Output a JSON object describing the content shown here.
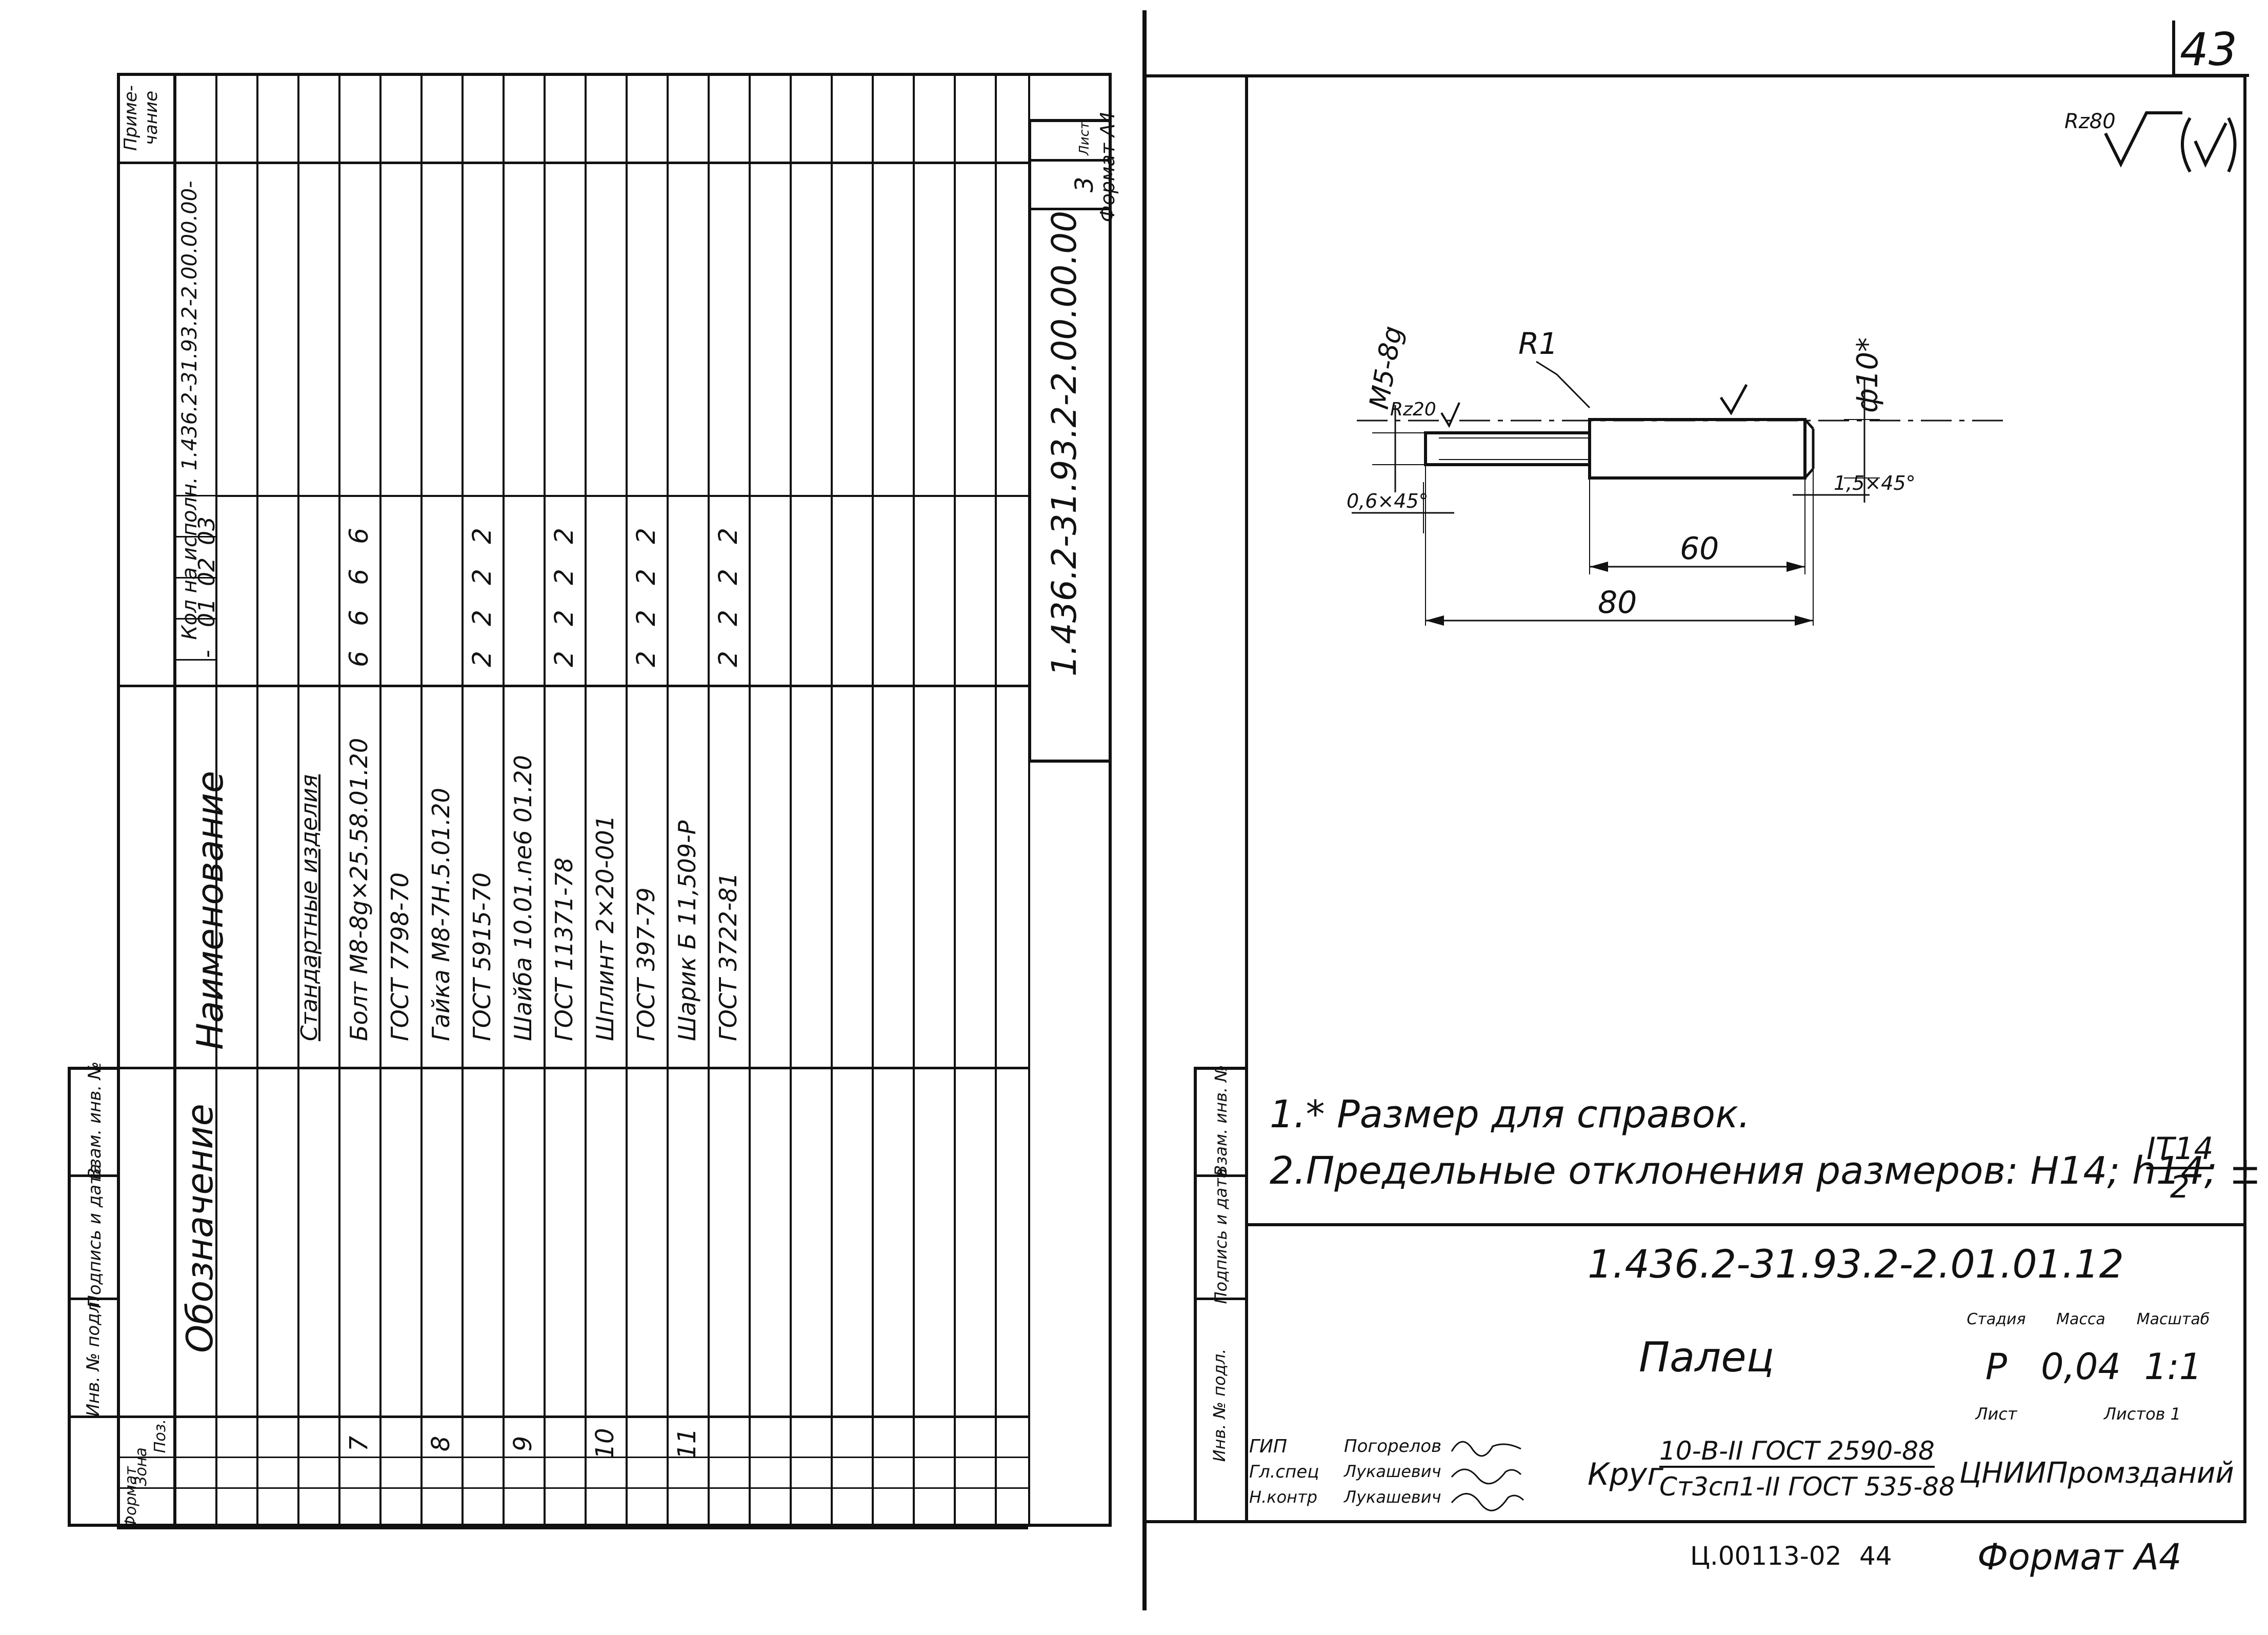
{
  "left_sheet": {
    "header": {
      "prim_line1": "Приме-",
      "prim_line2": "чание",
      "kol_label": "Кол на исполн. 1.436.2-31.93.2-2.00.00.00-",
      "naimenovanie": "Наименование",
      "oboznachenie": "Обозначение",
      "variants": [
        "-",
        "01",
        "02",
        "03"
      ]
    },
    "section_title": "Стандартные изделия",
    "rows": [
      {
        "poz": "7",
        "name": "Болт M8-8g×25.58.01.20",
        "q": [
          "6",
          "6",
          "6",
          "6"
        ]
      },
      {
        "poz": "",
        "name": "ГОСТ 7798-70",
        "q": [
          "",
          "",
          "",
          ""
        ]
      },
      {
        "poz": "8",
        "name": "Гайка M8-7H.5.01.20",
        "q": [
          "",
          "",
          "",
          ""
        ]
      },
      {
        "poz": "",
        "name": "ГОСТ 5915-70",
        "q": [
          "2",
          "2",
          "2",
          "2"
        ]
      },
      {
        "poz": "9",
        "name": "Шайба 10.01.ne6 01.20",
        "q": [
          "",
          "",
          "",
          ""
        ]
      },
      {
        "poz": "",
        "name": "ГОСТ 11371-78",
        "q": [
          "2",
          "2",
          "2",
          "2"
        ]
      },
      {
        "poz": "10",
        "name": "Шплинт 2×20-001",
        "q": [
          "",
          "",
          "",
          ""
        ]
      },
      {
        "poz": "",
        "name": "ГОСТ 397-79",
        "q": [
          "2",
          "2",
          "2",
          "2"
        ]
      },
      {
        "poz": "11",
        "name": "Шарик Б 11,509-Р",
        "q": [
          "",
          "",
          "",
          ""
        ]
      },
      {
        "poz": "",
        "name": "ГОСТ 3722-81",
        "q": [
          "2",
          "2",
          "2",
          "2"
        ]
      }
    ],
    "left_strip": {
      "format": "Формат",
      "zona": "Зона",
      "poz": "Поз.",
      "inv_podl": "Инв. № подл.",
      "podp_data": "Подпись и дата",
      "vzam_inv": "Взам. инв. №"
    },
    "doc_code": "1.436.2-31.93.2-2.00.00.00",
    "list_label": "Лист",
    "list_num": "3",
    "format_note": "Формат А4"
  },
  "right_sheet": {
    "page_number": "43",
    "roughness_main": "Rz80",
    "dims": {
      "thread": "M5-8g",
      "radius": "R1",
      "rz": "Rz20",
      "chamfer_left": "0,6×45°",
      "chamfer_right": "1,5×45°",
      "diameter": "ф10*",
      "len_60": "60",
      "len_80": "80"
    },
    "notes": [
      "1.* Размер для справок.",
      "2.Предельные отклонения размеров: H14; h14; ±"
    ],
    "tolerance_num": "IT14",
    "tolerance_den": "2",
    "side_strip": {
      "inv_podl": "Инв. № подл.",
      "podp_data": "Подпись и дата",
      "vzam_inv": "Взам. инв. №"
    },
    "title_block": {
      "code": "1.436.2-31.93.2-2.01.01.12",
      "name": "Палец",
      "stadiya_label": "Стадия",
      "massa_label": "Масса",
      "masshtab_label": "Масштаб",
      "stadiya": "Р",
      "massa": "0,04",
      "masshtab": "1:1",
      "list_label": "Лист",
      "listov_label": "Листов 1",
      "material_prefix": "Круг",
      "material_top": "10-В-II ГОСТ 2590-88",
      "material_bottom": "Ст3сп1-II ГОСТ 535-88",
      "organization": "ЦНИИПромзданий",
      "roles": [
        {
          "role": "ГИП",
          "name": "Погорелов"
        },
        {
          "role": "Гл.спец",
          "name": "Лукашевич"
        },
        {
          "role": "Н.контр",
          "name": "Лукашевич"
        }
      ]
    },
    "bottom": {
      "code": "Ц.00113-02",
      "num": "44",
      "format": "Формат А4"
    }
  }
}
